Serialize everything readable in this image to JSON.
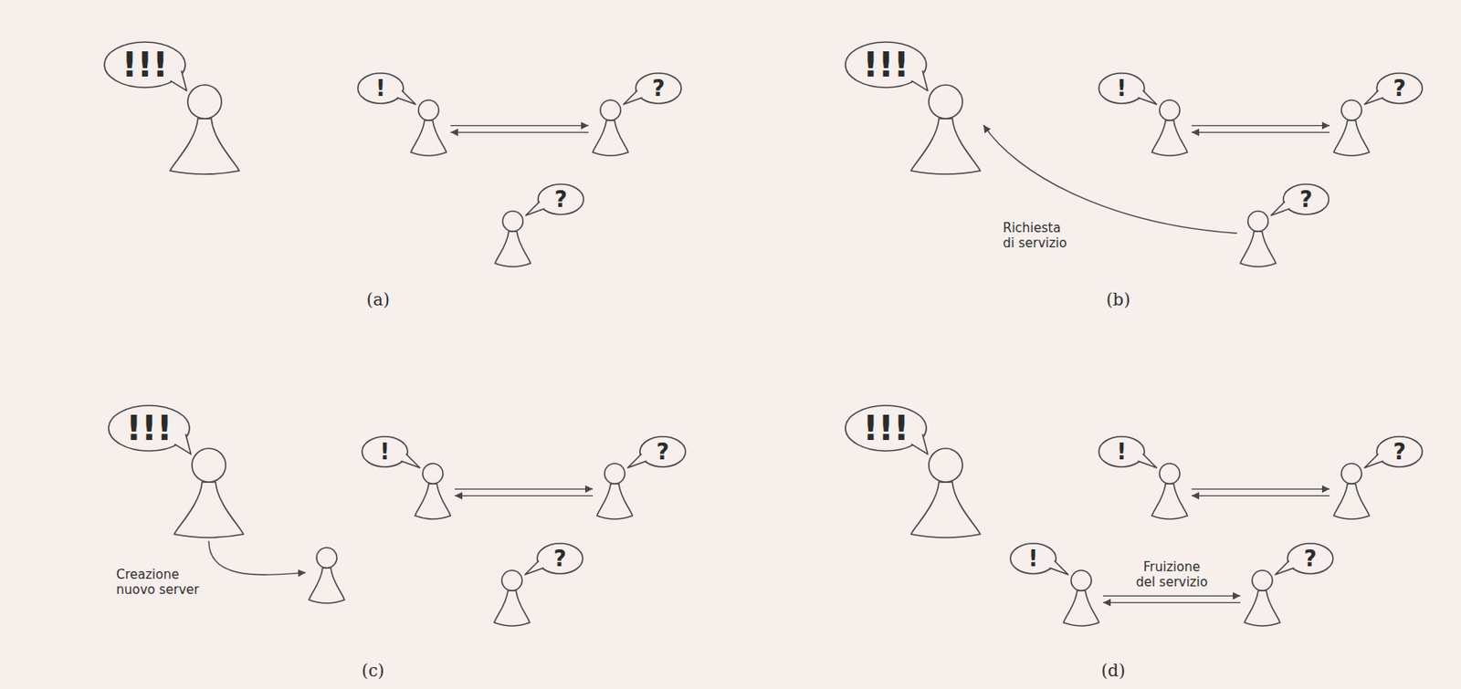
{
  "diagram": {
    "nodes": [
      {
        "text": [
          "!!!"
        ]
      },
      {
        "text": [
          "!"
        ]
      },
      {
        "text": [
          "?"
        ]
      },
      {
        "text": [
          "?"
        ]
      },
      {
        "text": [
          "!!!"
        ]
      },
      {
        "text": [
          "!"
        ]
      },
      {
        "text": [
          "?"
        ]
      },
      {
        "text": [
          "?"
        ]
      },
      {
        "text": [
          "!!!"
        ]
      },
      {
        "text": [
          "!"
        ]
      },
      {
        "text": [
          "?"
        ]
      },
      {
        "text": []
      },
      {
        "text": [
          "?"
        ]
      },
      {
        "text": [
          "!!!"
        ]
      },
      {
        "text": [
          "!"
        ]
      },
      {
        "text": [
          "?"
        ]
      },
      {
        "text": [
          "!"
        ]
      },
      {
        "text": [
          "?"
        ]
      }
    ],
    "edges": [
      {
        "from": 1,
        "to": 2,
        "arrow": "to"
      },
      {
        "from": 2,
        "to": 1,
        "arrow": "to"
      },
      {
        "from": 5,
        "to": 6,
        "arrow": "to"
      },
      {
        "from": 6,
        "to": 5,
        "arrow": "to"
      },
      {
        "from": 7,
        "to": 4,
        "label": "Richiesta di servizio",
        "arrow": "to"
      },
      {
        "from": 9,
        "to": 10,
        "arrow": "to"
      },
      {
        "from": 10,
        "to": 9,
        "arrow": "to"
      },
      {
        "from": 8,
        "to": 11,
        "label": "Creazione nuovo server",
        "arrow": "to"
      },
      {
        "from": 14,
        "to": 15,
        "arrow": "to"
      },
      {
        "from": 15,
        "to": 14,
        "arrow": "to"
      },
      {
        "from": 16,
        "to": 17,
        "label": "Fruizione del servizio",
        "arrow": "to"
      },
      {
        "from": 17,
        "to": 16,
        "arrow": "to"
      }
    ],
    "labels": [
      "(a)",
      "(b)",
      "(c)",
      "(d)"
    ]
  }
}
